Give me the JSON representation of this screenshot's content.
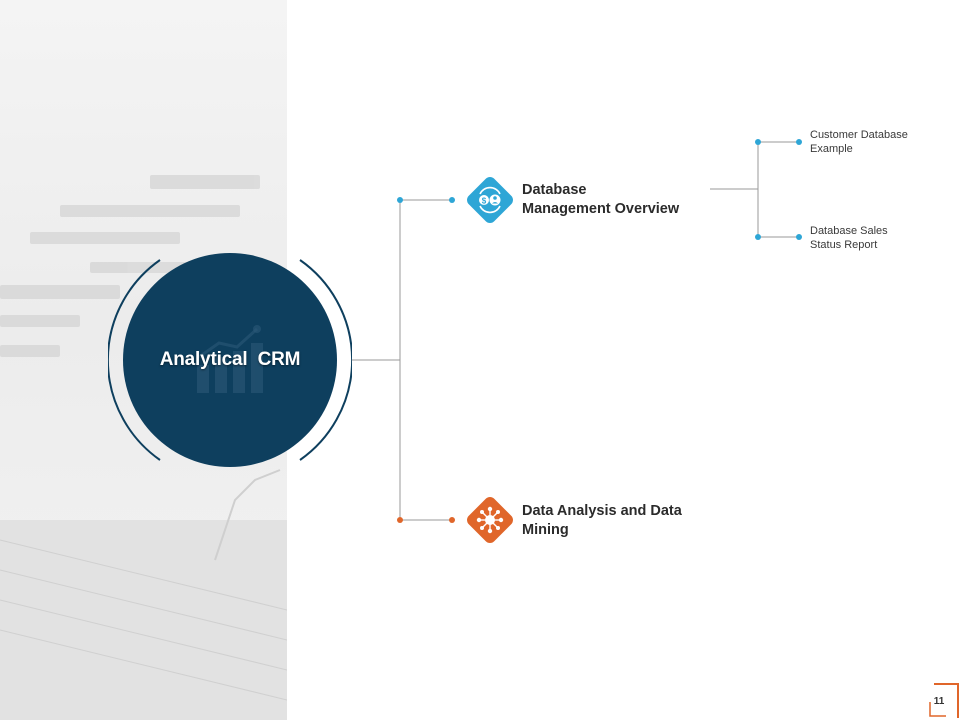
{
  "slide": {
    "center": {
      "title": "Analytical  CRM"
    },
    "branches": [
      {
        "label": "Database\nManagement Overview",
        "icon": "database-money-people-icon",
        "color": "#2ea6d6"
      },
      {
        "label": "Data Analysis  and Data\nMining",
        "icon": "network-hub-icon",
        "color": "#e0662a"
      }
    ],
    "sub_items": [
      {
        "label": "Customer Database\nExample"
      },
      {
        "label": "Database Sales\nStatus Report"
      }
    ],
    "page_number": "11",
    "colors": {
      "navy": "#0e3f5e",
      "blue": "#2ea6d6",
      "orange": "#e0662a",
      "line": "#9a9a9a"
    }
  }
}
